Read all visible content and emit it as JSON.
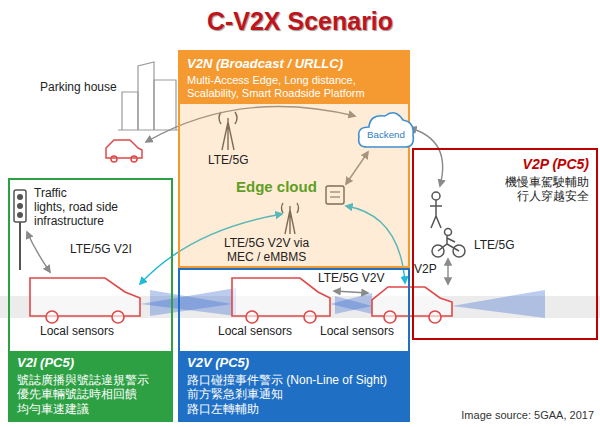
{
  "diagram": {
    "title": "C-V2X Scenario",
    "caption": "Image source: 5GAA, 2017",
    "nodes": [
      {
        "text": [
          "V2N (Broadcast / URLLC)",
          "Multi-Access Edge, Long distance, Scalability, Smart Roadside Platform"
        ]
      },
      {
        "text": [
          "Backend"
        ],
        "in": 0
      },
      {
        "text": [
          "V2P (PC5)",
          "機慢車駕駛輔助 行人穿越安全"
        ]
      },
      {
        "text": [
          "V2I (PC5)",
          "號誌廣播與號誌違規警示 優先車輛號誌時相回饋 均勻車速建議"
        ]
      },
      {
        "text": [
          "V2V (PC5)",
          "路口碰撞事件警示 (Non-Line of Sight) 前方緊急剎車通知 路口左轉輔助"
        ]
      }
    ],
    "labels": [
      "Parking house",
      "LTE/5G",
      "Edge cloud",
      "Traffic lights, road side infrastructure",
      "LTE/5G V2I",
      "LTE/5G V2V via MEC / eMBMS",
      "LTE/5G V2V",
      "LTE/5G",
      "V2P",
      "Local sensors",
      "Local sensors",
      "Local sensors"
    ]
  }
}
